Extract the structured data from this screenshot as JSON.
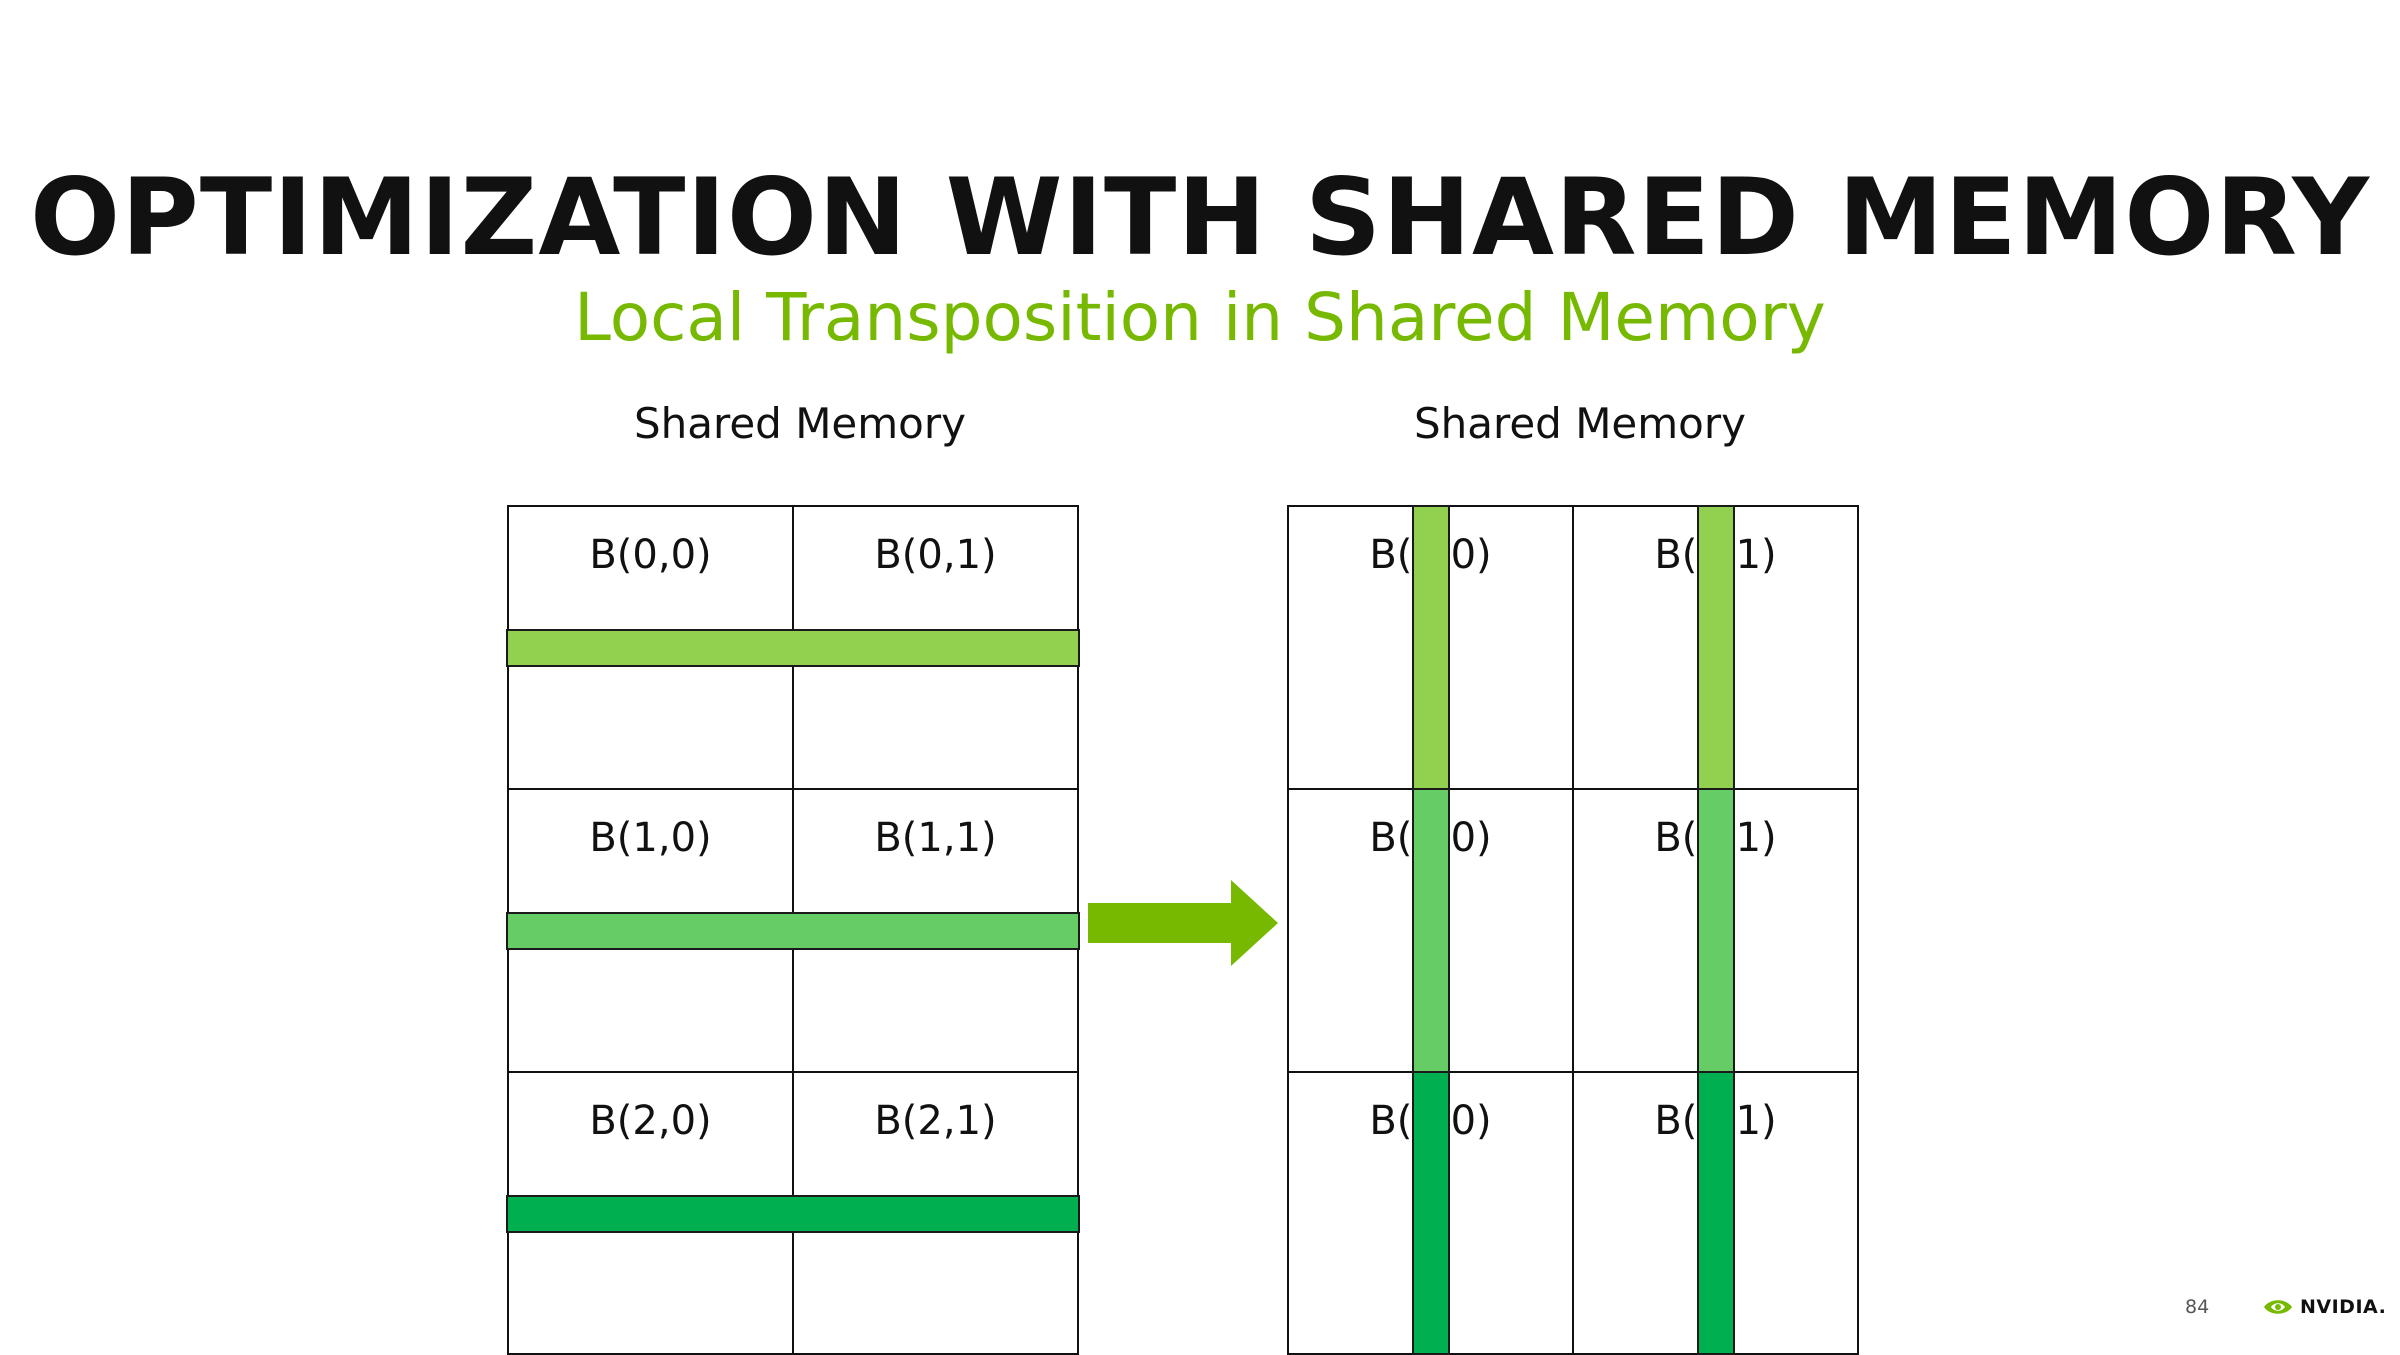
{
  "slide": {
    "title": "OPTIMIZATION WITH SHARED MEMORY",
    "subtitle": "Local Transposition in Shared Memory",
    "page_number": "84",
    "logo_text": "NVIDIA."
  },
  "left_grid": {
    "label": "Shared Memory",
    "cells": [
      "B(0,0)",
      "B(0,1)",
      "B(1,0)",
      "B(1,1)",
      "B(2,0)",
      "B(2,1)"
    ]
  },
  "right_grid": {
    "label": "Shared Memory",
    "cells": [
      "B(0,0)",
      "B(0,1)",
      "B(1,0)",
      "B(1,1)",
      "B(2,0)",
      "B(2,1)"
    ]
  },
  "colors": {
    "brand": "#76b900",
    "row_0": "#92d050",
    "row_1": "#66cc66",
    "row_2": "#00b050",
    "arrow": "#76b900"
  },
  "icons": [
    "arrow-right-icon",
    "nvidia-eye-icon"
  ]
}
